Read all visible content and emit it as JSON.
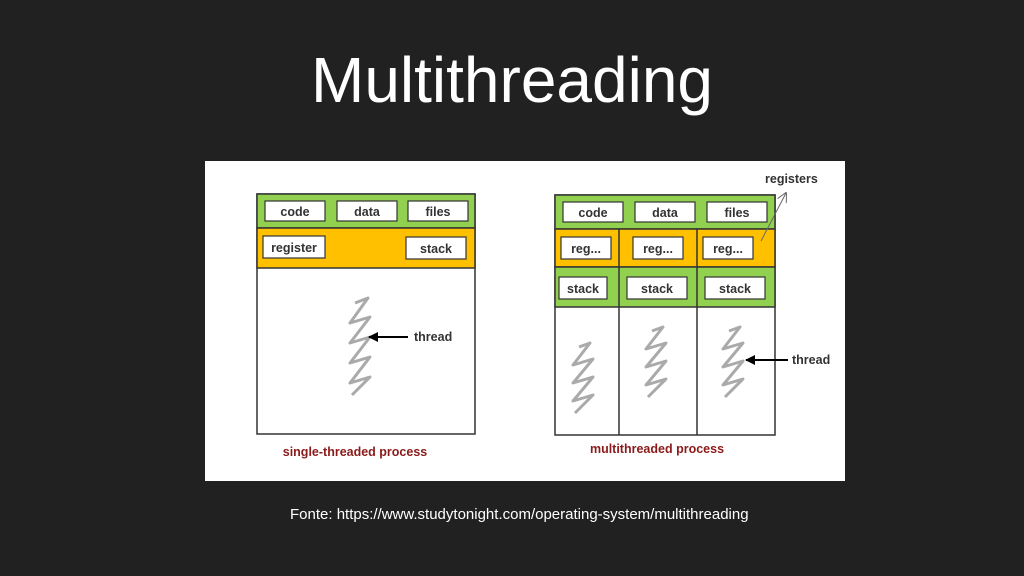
{
  "slide": {
    "title": "Multithreading",
    "source": "Fonte: https://www.studytonight.com/operating-system/multithreading"
  },
  "diagram": {
    "colors": {
      "green": "#92d050",
      "orange": "#ffc000",
      "caption": "#8b1a1a",
      "zigzag": "#aaaaaa"
    },
    "single": {
      "shared": [
        "code",
        "data",
        "files"
      ],
      "register": "register",
      "stack": "stack",
      "thread_label": "thread",
      "caption": "single-threaded process"
    },
    "multi": {
      "shared": [
        "code",
        "data",
        "files"
      ],
      "registers": [
        "reg...",
        "reg...",
        "reg..."
      ],
      "stacks": [
        "stack",
        "stack",
        "stack"
      ],
      "registers_label": "registers",
      "thread_label": "thread",
      "caption": "multithreaded process"
    }
  }
}
